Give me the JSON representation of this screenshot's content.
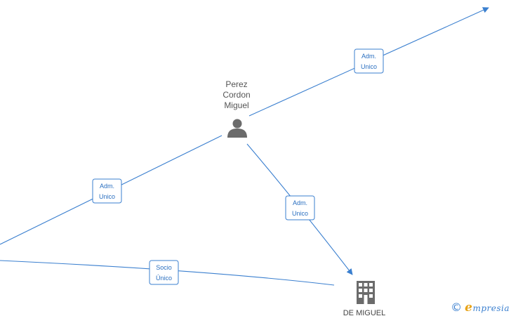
{
  "person": {
    "name_lines": [
      "Perez",
      "Cordon",
      "Miguel"
    ],
    "icon": "person-icon"
  },
  "company": {
    "caption": "DE MIGUEL",
    "icon": "building-icon"
  },
  "edges": [
    {
      "id": "person-to-top-right",
      "label_lines": [
        "Adm.",
        "Unico"
      ]
    },
    {
      "id": "person-to-left",
      "label_lines": [
        "Adm.",
        "Unico"
      ]
    },
    {
      "id": "person-to-company",
      "label_lines": [
        "Adm.",
        "Unico"
      ]
    },
    {
      "id": "left-to-company",
      "label_lines": [
        "Socio",
        "Único"
      ]
    }
  ],
  "footer": {
    "copyright_symbol": "©",
    "brand_initial": "e",
    "brand_rest": "mpresia"
  },
  "colors": {
    "edge": "#3a7fcf",
    "icon": "#6b6b6b",
    "brand_accent": "#e8a317"
  }
}
